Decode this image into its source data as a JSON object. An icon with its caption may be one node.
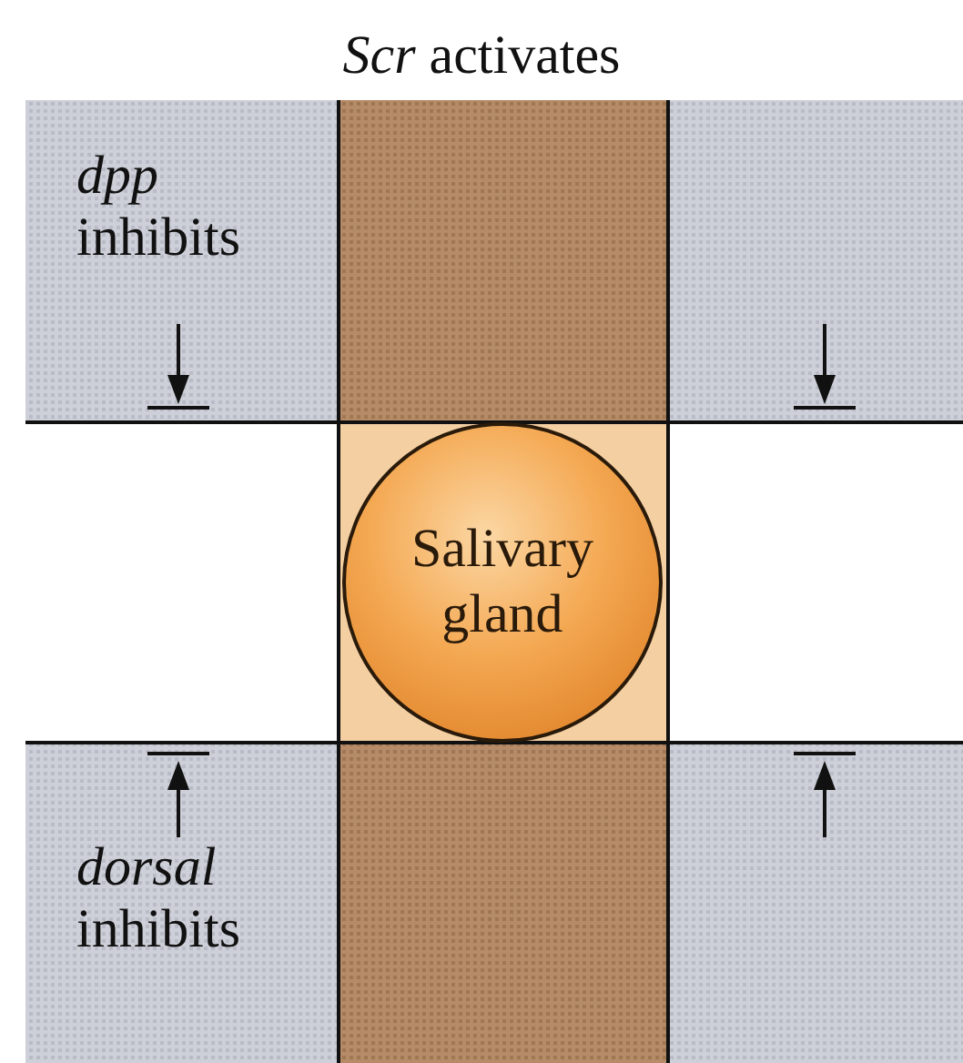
{
  "diagram": {
    "title": "*Scr* activates",
    "nodes": [
      {
        "text": [
          "Salivary gland"
        ]
      }
    ],
    "labels": [
      "*dpp* inhibits",
      "*dorsal* inhibits"
    ]
  }
}
